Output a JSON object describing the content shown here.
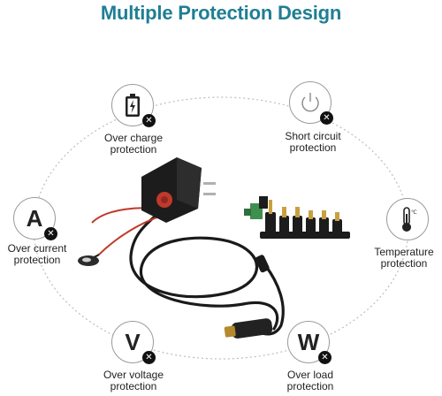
{
  "title": "Multiple Protection Design",
  "colors": {
    "title": "#1f7f93",
    "badge_border": "#9a9a9a",
    "x_mark": "#111111",
    "cable": "#1a1a1a",
    "adapter_dial": "#c0392b"
  },
  "protections": [
    {
      "icon": "battery-icon",
      "line1": "Over charge",
      "line2": "protection"
    },
    {
      "icon": "power-switch-icon",
      "line1": "Short circuit",
      "line2": "protection"
    },
    {
      "icon": "ampere-icon",
      "glyph": "A",
      "line1": "Over current",
      "line2": "protection"
    },
    {
      "icon": "thermometer-icon",
      "line1": "Temperature",
      "line2": "protection"
    },
    {
      "icon": "volt-icon",
      "glyph": "V",
      "line1": "Over voltage",
      "line2": "protection"
    },
    {
      "icon": "watt-icon",
      "glyph": "W",
      "line1": "Over load",
      "line2": "protection"
    }
  ],
  "x_glyph": "✕"
}
